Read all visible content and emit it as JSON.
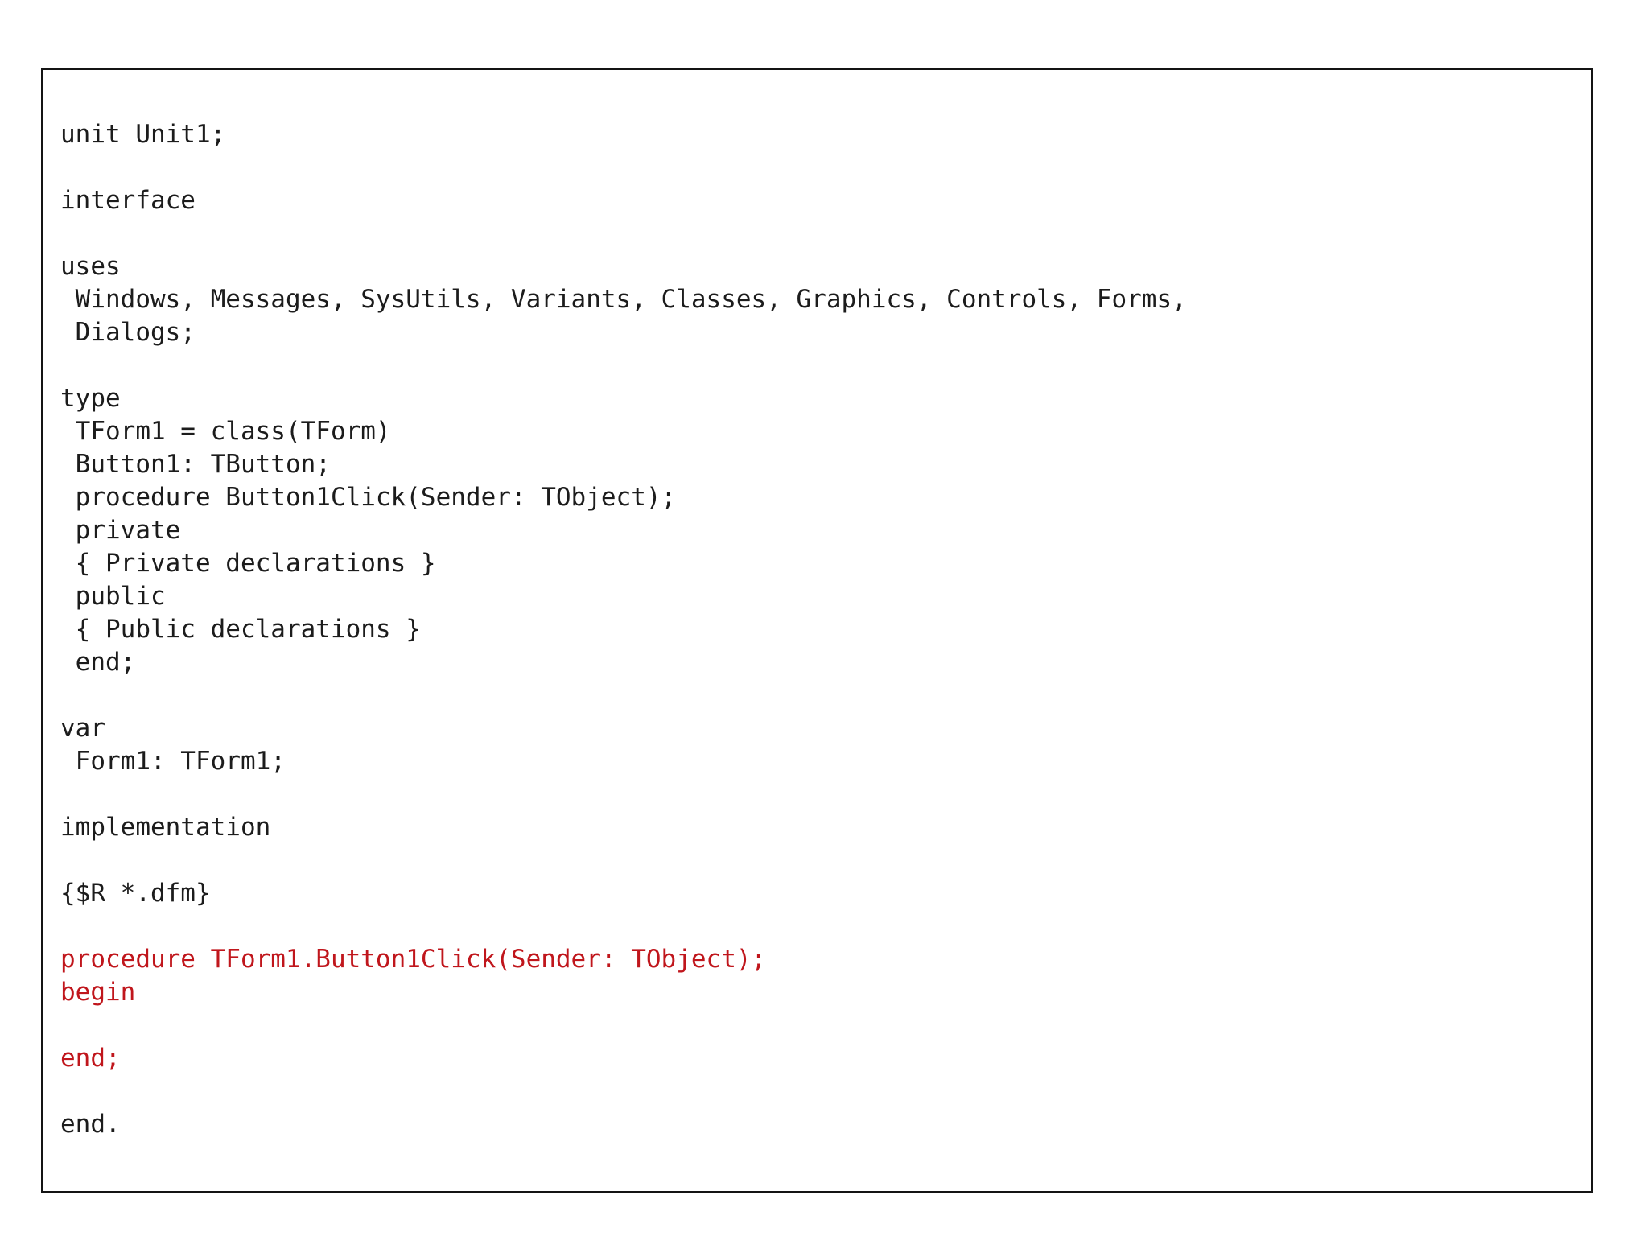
{
  "page": {
    "background_color": "#ffffff"
  },
  "code_listing": {
    "border_color": "#141414",
    "default_text_color": "#1c1c1c",
    "highlight_text_color": "#c0161c",
    "lines": [
      {
        "text": "unit Unit1;",
        "highlight": false
      },
      {
        "text": "",
        "highlight": false
      },
      {
        "text": "interface",
        "highlight": false
      },
      {
        "text": "",
        "highlight": false
      },
      {
        "text": "uses",
        "highlight": false
      },
      {
        "text": " Windows, Messages, SysUtils, Variants, Classes, Graphics, Controls, Forms,",
        "highlight": false
      },
      {
        "text": " Dialogs;",
        "highlight": false
      },
      {
        "text": "",
        "highlight": false
      },
      {
        "text": "type",
        "highlight": false
      },
      {
        "text": " TForm1 = class(TForm)",
        "highlight": false
      },
      {
        "text": " Button1: TButton;",
        "highlight": false
      },
      {
        "text": " procedure Button1Click(Sender: TObject);",
        "highlight": false
      },
      {
        "text": " private",
        "highlight": false
      },
      {
        "text": " { Private declarations }",
        "highlight": false
      },
      {
        "text": " public",
        "highlight": false
      },
      {
        "text": " { Public declarations }",
        "highlight": false
      },
      {
        "text": " end;",
        "highlight": false
      },
      {
        "text": "",
        "highlight": false
      },
      {
        "text": "var",
        "highlight": false
      },
      {
        "text": " Form1: TForm1;",
        "highlight": false
      },
      {
        "text": "",
        "highlight": false
      },
      {
        "text": "implementation",
        "highlight": false
      },
      {
        "text": "",
        "highlight": false
      },
      {
        "text": "{$R *.dfm}",
        "highlight": false
      },
      {
        "text": "",
        "highlight": false
      },
      {
        "text": "procedure TForm1.Button1Click(Sender: TObject);",
        "highlight": true
      },
      {
        "text": "begin",
        "highlight": true
      },
      {
        "text": "",
        "highlight": true
      },
      {
        "text": "end;",
        "highlight": true
      },
      {
        "text": "",
        "highlight": false
      },
      {
        "text": "end.",
        "highlight": false
      }
    ]
  }
}
